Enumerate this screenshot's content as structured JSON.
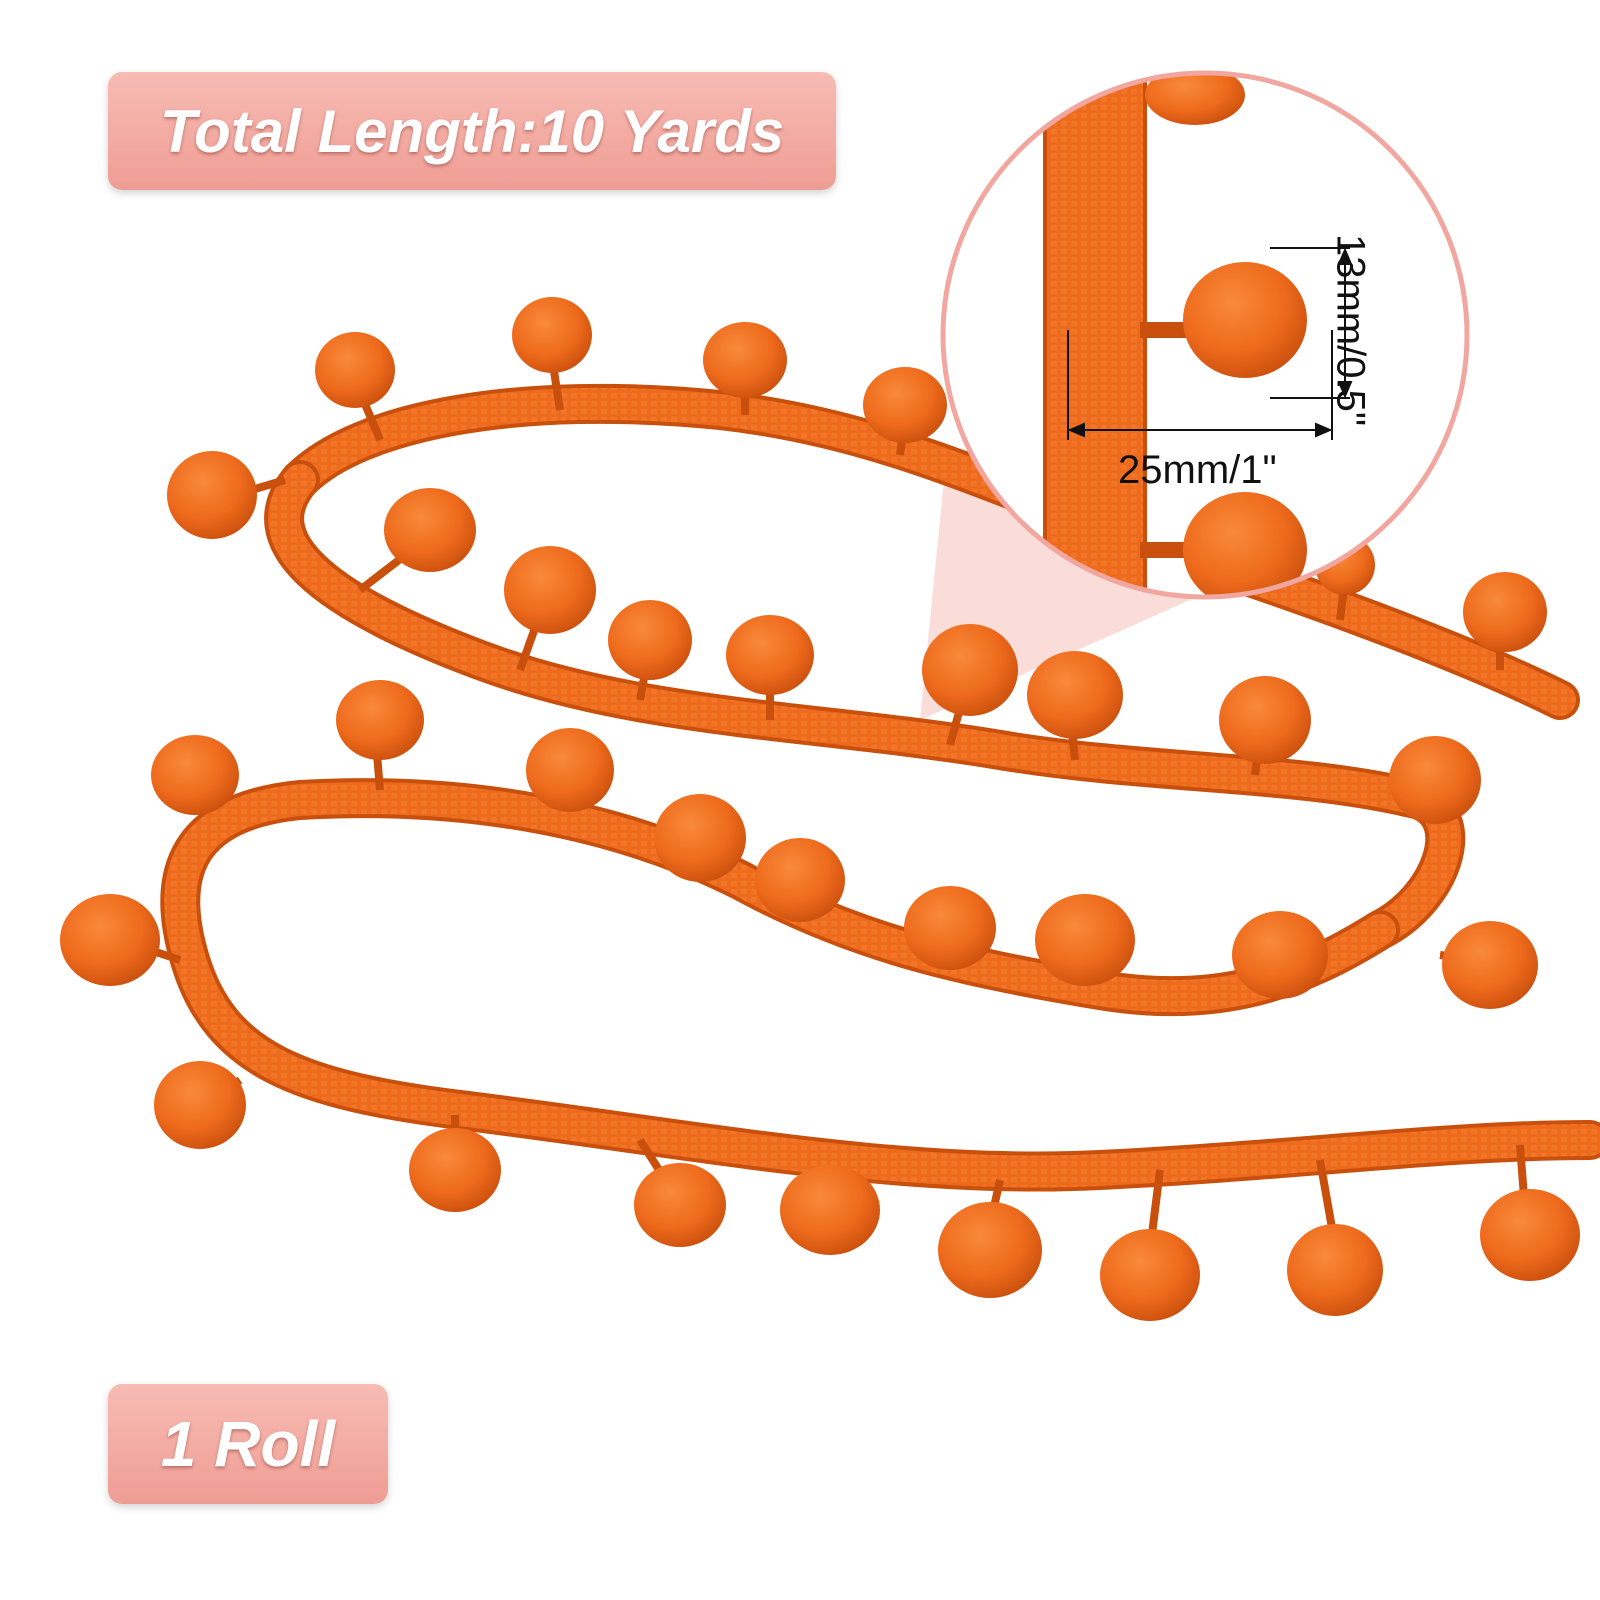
{
  "product": {
    "color_primary": "#ee6a1c",
    "color_shadow": "#c94f0d",
    "color_highlight": "#f98a3a"
  },
  "badges": {
    "total_length": "Total Length:10 Yards",
    "quantity": "1 Roll",
    "accent_color": "#f2a79f"
  },
  "zoom_inset": {
    "width_label": "25mm/1\"",
    "height_label": "13mm/0.5\""
  }
}
